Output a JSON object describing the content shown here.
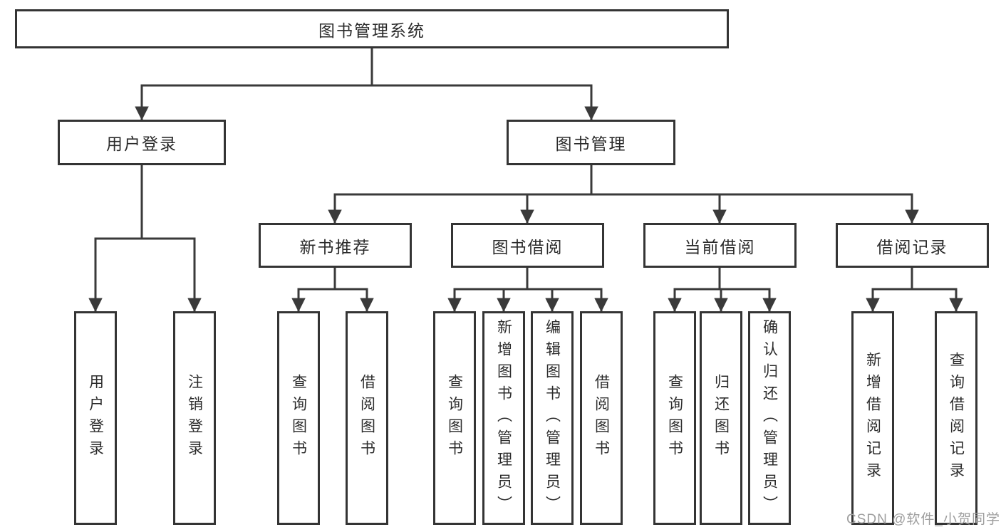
{
  "diagram": {
    "type": "hierarchy-tree",
    "root": {
      "label": "图书管理系统"
    },
    "level2": {
      "user_login": {
        "label": "用户登录"
      },
      "book_mgmt": {
        "label": "图书管理"
      }
    },
    "level3": {
      "new_book_rec": {
        "label": "新书推荐"
      },
      "book_borrow": {
        "label": "图书借阅"
      },
      "current_borrow": {
        "label": "当前借阅"
      },
      "borrow_records": {
        "label": "借阅记录"
      }
    },
    "leaves": {
      "user_login_leaf": {
        "label": "用户登录"
      },
      "logout_leaf": {
        "label": "注销登录"
      },
      "nbr_query": {
        "label": "查询图书"
      },
      "nbr_borrow": {
        "label": "借阅图书"
      },
      "bb_query": {
        "label": "查询图书"
      },
      "bb_add": {
        "label": "新增图书（管理员）"
      },
      "bb_edit": {
        "label": "编辑图书（管理员）"
      },
      "bb_borrow": {
        "label": "借阅图书"
      },
      "cb_query": {
        "label": "查询图书"
      },
      "cb_return": {
        "label": "归还图书"
      },
      "cb_confirm": {
        "label": "确认归还（管理员）"
      },
      "br_add": {
        "label": "新增借阅记录"
      },
      "br_query": {
        "label": "查询借阅记录"
      }
    },
    "hierarchy": {
      "图书管理系统": {
        "用户登录": [
          "用户登录",
          "注销登录"
        ],
        "图书管理": {
          "新书推荐": [
            "查询图书",
            "借阅图书"
          ],
          "图书借阅": [
            "查询图书",
            "新增图书（管理员）",
            "编辑图书（管理员）",
            "借阅图书"
          ],
          "当前借阅": [
            "查询图书",
            "归还图书",
            "确认归还（管理员）"
          ],
          "借阅记录": [
            "新增借阅记录",
            "查询借阅记录"
          ]
        }
      }
    },
    "colors": {
      "line": "#3a3a3a",
      "box_border": "#343434",
      "text": "#2b2b2b",
      "watermark": "#9e9e9e",
      "background": "#ffffff"
    }
  },
  "watermark": {
    "text": "CSDN @软件_小贺同学"
  }
}
